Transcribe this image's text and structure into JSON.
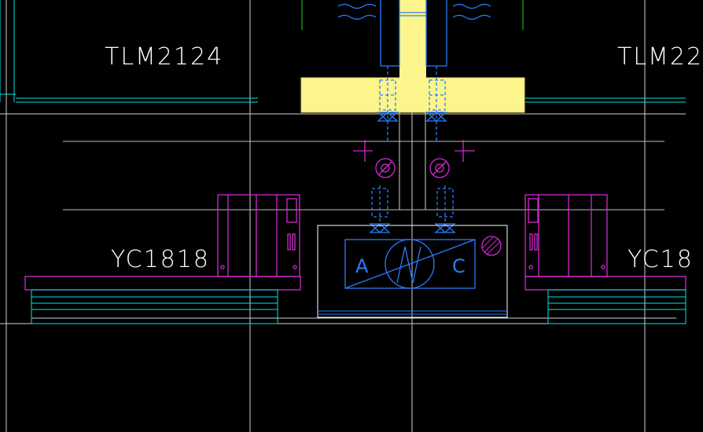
{
  "drawing": {
    "background": "#000000",
    "colors": {
      "grid": "#c8c8c8",
      "cyan": "#00e5e5",
      "blue": "#2a7bff",
      "magenta": "#d22ad2",
      "yellow": "#fbf58c",
      "green": "#1fd61f",
      "label": "#ffffff"
    },
    "labels": {
      "window_left": "TLM2124",
      "window_right": "TLM22",
      "unit_left": "YC1818",
      "unit_right": "YC18"
    },
    "equipment_box": {
      "port_a": "A",
      "port_c": "C"
    }
  }
}
